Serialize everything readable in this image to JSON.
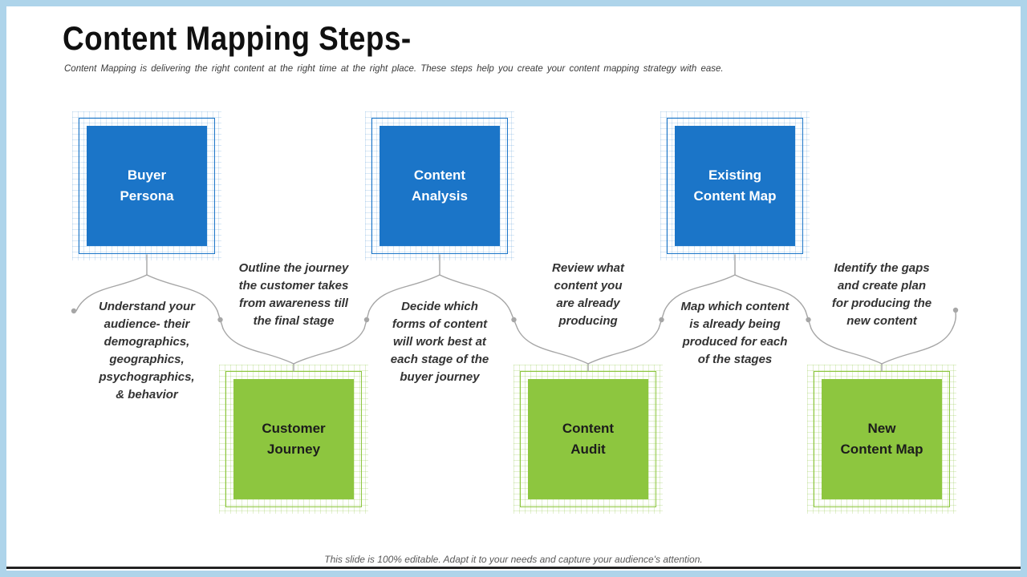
{
  "slide": {
    "title": "Content Mapping Steps-",
    "subtitle": "Content Mapping is delivering the right content at the right time at the right place. These steps help you create your content mapping strategy with ease.",
    "footer": "This slide is 100% editable. Adapt it to your needs and capture your audience's attention."
  },
  "colors": {
    "frame": "#aed4ea",
    "blue": "#1b75c8",
    "green": "#8dc63f",
    "connector": "#a6a6a6"
  },
  "steps": {
    "top": [
      {
        "label": "Buyer Persona",
        "label_lines": [
          "Buyer",
          "Persona"
        ],
        "description": "Understand your audience- their demographics, geographics, psychographics, & behavior",
        "desc_lines": [
          "Understand your",
          "audience- their",
          "demographics,",
          "geographics,",
          "psychographics,",
          "& behavior"
        ]
      },
      {
        "label": "Content Analysis",
        "label_lines": [
          "Content",
          "Analysis"
        ],
        "description": "Decide which forms of content will work best at each stage of the buyer journey",
        "desc_lines": [
          "Decide which",
          "forms of content",
          "will work best at",
          "each stage of the",
          "buyer journey"
        ]
      },
      {
        "label": "Existing Content Map",
        "label_lines": [
          "Existing",
          "Content Map"
        ],
        "description": "Map which content is already being produced for each of the stages",
        "desc_lines": [
          "Map which content",
          "is already being",
          "produced for each",
          "of the stages"
        ]
      }
    ],
    "bottom": [
      {
        "label": "Customer Journey",
        "label_lines": [
          "Customer",
          "Journey"
        ],
        "description": "Outline the journey the customer takes from awareness till the final stage",
        "desc_lines": [
          "Outline the journey",
          "the customer takes",
          "from awareness till",
          "the final stage"
        ]
      },
      {
        "label": "Content Audit",
        "label_lines": [
          "Content",
          "Audit"
        ],
        "description": "Review what content you are already producing",
        "desc_lines": [
          "Review what",
          "content you",
          "are already",
          "producing"
        ]
      },
      {
        "label": "New Content Map",
        "label_lines": [
          "New",
          "Content Map"
        ],
        "description": "Identify the gaps and create plan for producing the new content",
        "desc_lines": [
          "Identify the gaps",
          "and create plan",
          "for producing the",
          "new content"
        ]
      }
    ]
  }
}
